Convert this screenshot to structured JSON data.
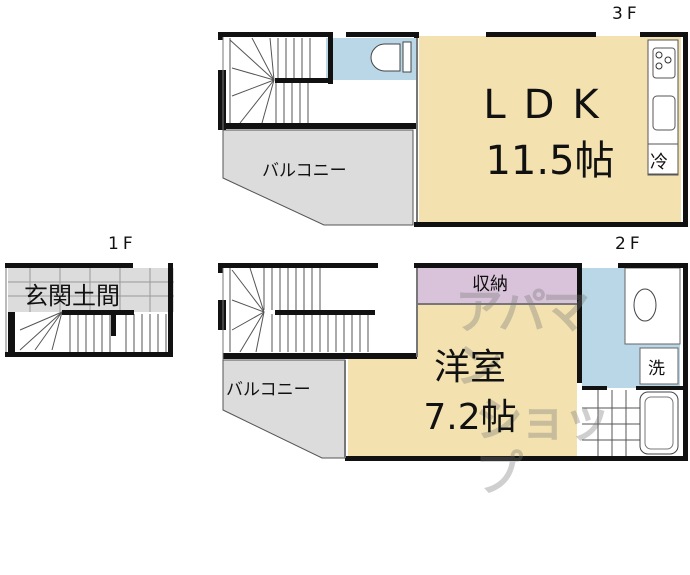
{
  "floors": [
    {
      "id": "1F",
      "label": "1F",
      "rooms": [
        {
          "name": "genkan-doma",
          "label": "玄関土間"
        }
      ]
    },
    {
      "id": "2F",
      "label": "2F",
      "rooms": [
        {
          "name": "storage",
          "label": "収納"
        },
        {
          "name": "western-room",
          "label": "洋室",
          "size": "7.2帖"
        },
        {
          "name": "balcony",
          "label": "バルコニー"
        },
        {
          "name": "washer",
          "label": "洗"
        }
      ]
    },
    {
      "id": "3F",
      "label": "3F",
      "rooms": [
        {
          "name": "ldk",
          "label": "LDK",
          "size": "11.5帖"
        },
        {
          "name": "balcony",
          "label": "バルコニー"
        },
        {
          "name": "fridge",
          "label": "冷"
        }
      ]
    }
  ],
  "watermark": {
    "line1": "アパマン",
    "line2": "ショップ"
  },
  "colors": {
    "ldk_floor": "#f3e2b0",
    "western_floor": "#f3e2b0",
    "storage_floor": "#d9c3da",
    "wet_area": "#b9d7e6",
    "balcony": "#dcdcdc",
    "genkan": "#dcdcdc",
    "wall": "#111111"
  }
}
